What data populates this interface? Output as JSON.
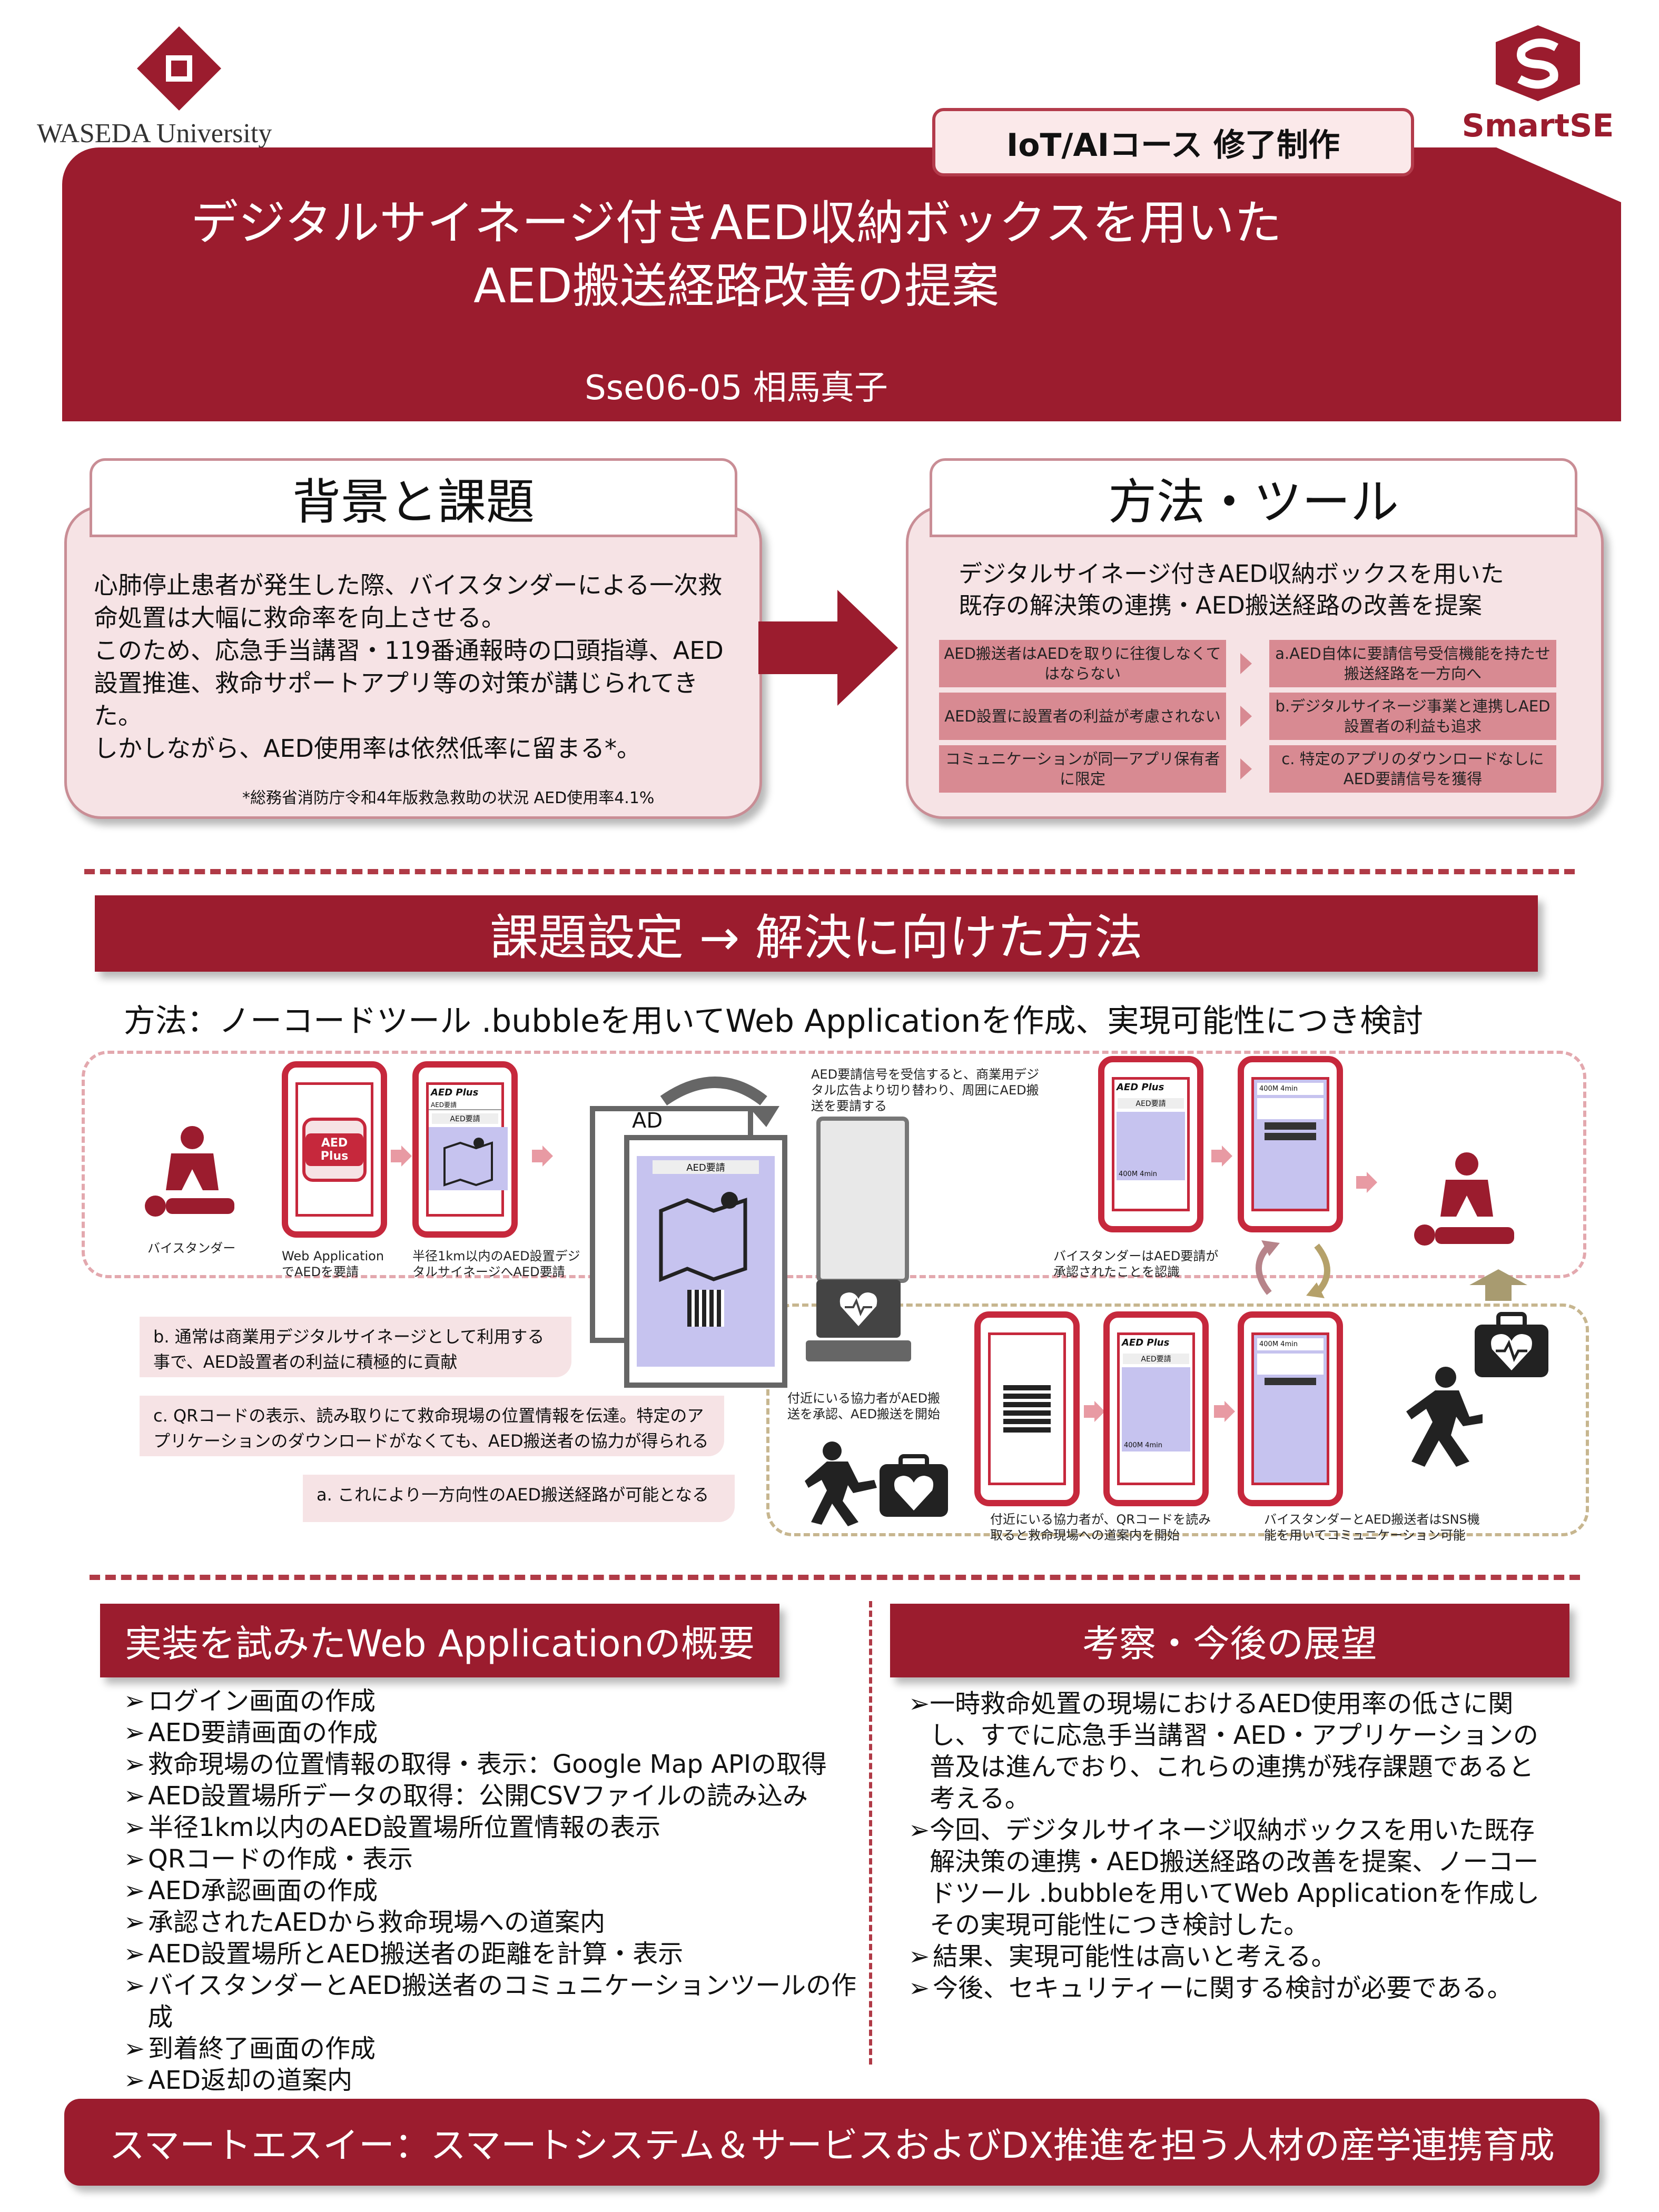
{
  "header": {
    "university_logo_text": "WASEDA University",
    "brand_logo_text": "SmartSE",
    "course_label": "IoT/AIコース 修了制作",
    "title_line1": "デジタルサイネージ付きAED収納ボックスを用いた",
    "title_line2": "AED搬送経路改善の提案",
    "author": "Sse06-05 相馬真子"
  },
  "background": {
    "heading": "背景と課題",
    "paragraphs": [
      "心肺停止患者が発生した際、バイスタンダーによる一次救命処置は大幅に救命率を向上させる。",
      "このため、応急手当講習・119番通報時の口頭指導、AED設置推進、救命サポートアプリ等の対策が講じられてきた。",
      "しかしながら、AED使用率は依然低率に留まる*。"
    ],
    "footnote": "*総務省消防庁令和4年版救急救助の状況 AED使用率4.1%"
  },
  "method": {
    "heading": "方法・ツール",
    "intro_line1": "デジタルサイネージ付きAED収納ボックスを用いた",
    "intro_line2": "既存の解決策の連携・AED搬送経路の改善を提案",
    "issues": [
      "AED搬送者はAEDを取りに往復しなくてはならない",
      "AED設置に設置者の利益が考慮されない",
      "コミュニケーションが同一アプリ保有者に限定"
    ],
    "solutions": [
      "a.AED自体に要請信号受信機能を持たせ搬送経路を一方向へ",
      "b.デジタルサイネージ事業と連携しAED設置者の利益も追求",
      "c. 特定のアプリのダウンロードなしにAED要請信号を獲得"
    ]
  },
  "issue_section": {
    "heading": "課題設定 → 解決に向けた方法",
    "method_line": "方法：ノーコードツール .bubbleを用いてWeb Applicationを作成、実現可能性につき検討"
  },
  "flow": {
    "bystander": "バイスタンダー",
    "cap_web_request": "Web ApplicationでAEDを要請",
    "cap_signage": "半径1km以内のAED設置デジタルサイネージへAED要請",
    "cap_signal": "AED要請信号を受信すると、商業用デジタル広告より切り替わり、周囲にAED搬送を要請する",
    "cap_acknowledged": "バイスタンダーはAED要請が承認されたことを認識",
    "cap_helper_accept": "付近にいる協力者がAED搬送を承認、AED搬送を開始",
    "cap_qr_read": "付近にいる協力者が、QRコードを読み取ると救命現場への道案内を開始",
    "cap_sns": "バイスタンダーとAED搬送者はSNS機能を用いてコミュニケーション可能",
    "ad_label": "AD",
    "app_name": "AED Plus",
    "app_logo": "AED Plus",
    "screen_request": "AED要請",
    "screen_tab": "AED要請",
    "distance": "400M",
    "time": "4min",
    "note_b": "b. 通常は商業用デジタルサイネージとして利用する事で、AED設置者の利益に積極的に貢献",
    "note_c": "c. QRコードの表示、読み取りにて救命現場の位置情報を伝達。特定のアプリケーションのダウンロードがなくても、AED搬送者の協力が得られる",
    "note_a": "a. これにより一方向性のAED搬送経路が可能となる"
  },
  "implementation": {
    "heading": "実装を試みたWeb Applicationの概要",
    "items": [
      "ログイン画面の作成",
      "AED要請画面の作成",
      "救命現場の位置情報の取得・表示：Google Map APIの取得",
      "AED設置場所データの取得：公開CSVファイルの読み込み",
      "半径1km以内のAED設置場所位置情報の表示",
      "QRコードの作成・表示",
      "AED承認画面の作成",
      "承認されたAEDから救命現場への道案内",
      "AED設置場所とAED搬送者の距離を計算・表示",
      "バイスタンダーとAED搬送者のコミュニケーションツールの作成",
      "到着終了画面の作成",
      "AED返却の道案内"
    ]
  },
  "discussion": {
    "heading": "考察・今後の展望",
    "items": [
      "一時救命処置の現場におけるAED使用率の低さに関し、すでに応急手当講習・AED・アプリケーションの普及は進んでおり、これらの連携が残存課題であると考える。",
      "今回、デジタルサイネージ収納ボックスを用いた既存解決策の連携・AED搬送経路の改善を提案、ノーコードツール .bubbleを用いてWeb Applicationを作成しその実現可能性につき検討した。",
      "結果、実現可能性は高いと考える。",
      "今後、セキュリティーに関する検討が必要である。"
    ]
  },
  "footer": {
    "text": "スマートエスイー：スマートシステム＆サービスおよびDX推進を担う人材の産学連携育成"
  },
  "colors": {
    "crimson": "#9b1c2e",
    "phone_red": "#c6283c",
    "pink": "#f6e3e5",
    "rose": "#d88a92"
  }
}
